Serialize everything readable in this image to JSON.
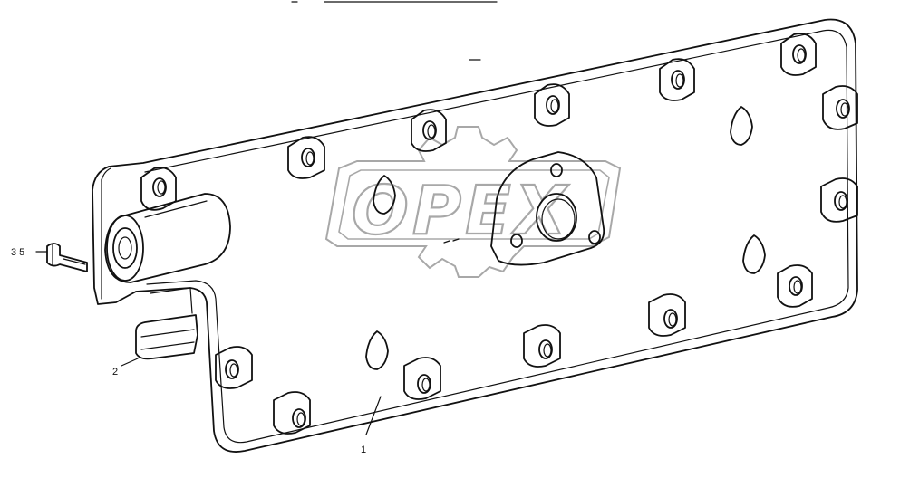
{
  "diagram": {
    "watermark_text": "OPEX",
    "callouts": [
      {
        "id": "1",
        "label": "1"
      },
      {
        "id": "2",
        "label": "2"
      },
      {
        "id": "3",
        "label": "3 5"
      }
    ]
  }
}
